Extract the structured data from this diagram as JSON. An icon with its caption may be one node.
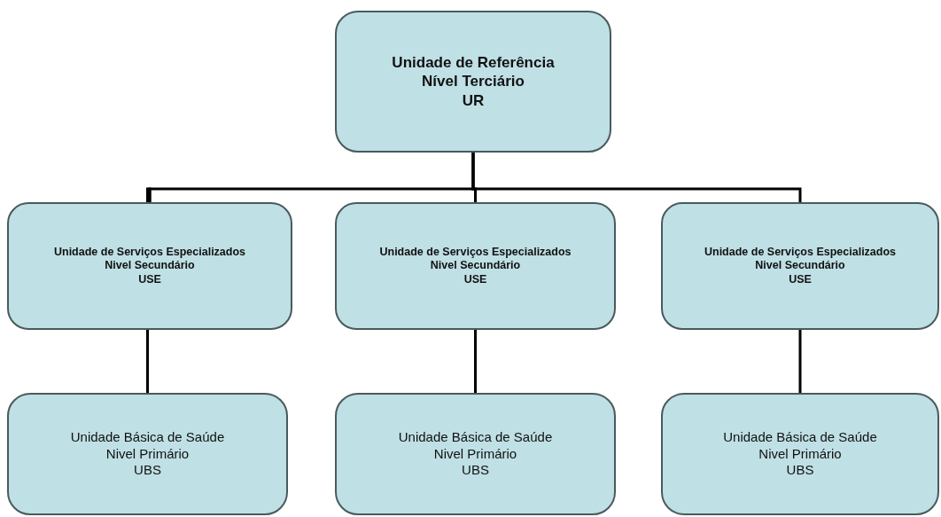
{
  "diagram": {
    "nodes": [
      {
        "text": [
          "Unidade de Referência",
          "Nível Terciário",
          "UR"
        ]
      },
      {
        "text": [
          "Unidade de Serviços Especializados",
          "Nivel Secundário",
          "USE"
        ]
      },
      {
        "text": [
          "Unidade de Serviços Especializados",
          "Nivel Secundário",
          "USE"
        ]
      },
      {
        "text": [
          "Unidade de Serviços Especializados",
          "Nivel Secundário",
          "USE"
        ]
      },
      {
        "text": [
          "Unidade Básica de Saúde",
          "Nivel Primário",
          "UBS"
        ]
      },
      {
        "text": [
          "Unidade Básica de Saúde",
          "Nivel Primário",
          "UBS"
        ]
      },
      {
        "text": [
          "Unidade Básica de Saúde",
          "Nivel Primário",
          "UBS"
        ]
      }
    ],
    "edges": [
      {
        "from": 0,
        "to": 1,
        "arrow": "none"
      },
      {
        "from": 0,
        "to": 2,
        "arrow": "none"
      },
      {
        "from": 0,
        "to": 3,
        "arrow": "none"
      },
      {
        "from": 1,
        "to": 4,
        "arrow": "none"
      },
      {
        "from": 2,
        "to": 5,
        "arrow": "none"
      },
      {
        "from": 3,
        "to": 6,
        "arrow": "none"
      }
    ]
  }
}
